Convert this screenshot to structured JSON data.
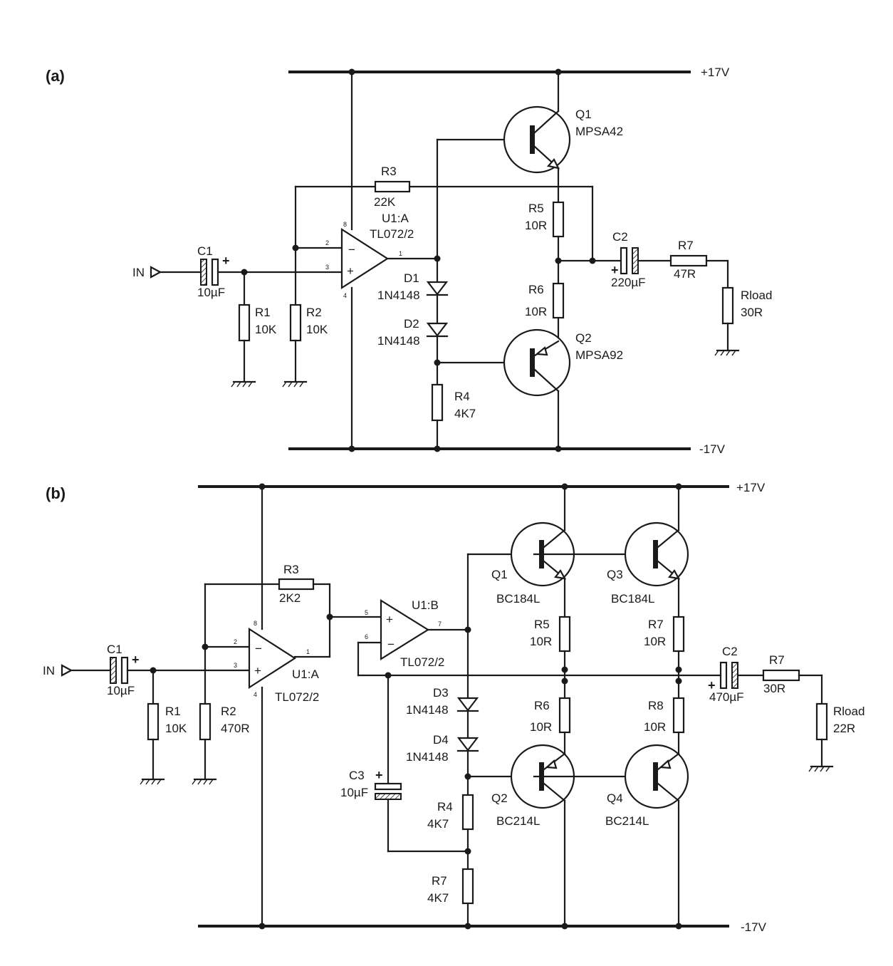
{
  "panel_a": {
    "title": "(a)",
    "rail_pos": "+17V",
    "rail_neg": "-17V",
    "input": "IN",
    "c1": {
      "ref": "C1",
      "value": "10µF"
    },
    "r1": {
      "ref": "R1",
      "value": "10K"
    },
    "r2": {
      "ref": "R2",
      "value": "10K"
    },
    "r3": {
      "ref": "R3",
      "value": "22K"
    },
    "u1": {
      "ref": "U1:A",
      "part": "TL072/2",
      "pins": [
        "2",
        "3",
        "1",
        "8",
        "4"
      ],
      "minus": "−",
      "plus": "+"
    },
    "d1": {
      "ref": "D1",
      "value": "1N4148"
    },
    "d2": {
      "ref": "D2",
      "value": "1N4148"
    },
    "r4": {
      "ref": "R4",
      "value": "4K7"
    },
    "q1": {
      "ref": "Q1",
      "value": "MPSA42"
    },
    "q2": {
      "ref": "Q2",
      "value": "MPSA92"
    },
    "r5": {
      "ref": "R5",
      "value": "10R"
    },
    "r6": {
      "ref": "R6",
      "value": "10R"
    },
    "c2": {
      "ref": "C2",
      "value": "220µF"
    },
    "r7": {
      "ref": "R7",
      "value": "47R"
    },
    "rload": {
      "ref": "Rload",
      "value": "30R"
    }
  },
  "panel_b": {
    "title": "(b)",
    "rail_pos": "+17V",
    "rail_neg": "-17V",
    "input": "IN",
    "c1": {
      "ref": "C1",
      "value": "10µF"
    },
    "r1": {
      "ref": "R1",
      "value": "10K"
    },
    "r2": {
      "ref": "R2",
      "value": "470R"
    },
    "r3": {
      "ref": "R3",
      "value": "2K2"
    },
    "u1a": {
      "ref": "U1:A",
      "part": "TL072/2",
      "pins": [
        "2",
        "3",
        "1",
        "8",
        "4"
      ],
      "minus": "−",
      "plus": "+"
    },
    "u1b": {
      "ref": "U1:B",
      "part": "TL072/2",
      "pins": [
        "5",
        "6",
        "7"
      ],
      "minus": "−",
      "plus": "+"
    },
    "d3": {
      "ref": "D3",
      "value": "1N4148"
    },
    "d4": {
      "ref": "D4",
      "value": "1N4148"
    },
    "c3": {
      "ref": "C3",
      "value": "10µF"
    },
    "r4": {
      "ref": "R4",
      "value": "4K7"
    },
    "r7_bias": {
      "ref": "R7",
      "value": "4K7"
    },
    "q1": {
      "ref": "Q1",
      "value": "BC184L"
    },
    "q3": {
      "ref": "Q3",
      "value": "BC184L"
    },
    "q2": {
      "ref": "Q2",
      "value": "BC214L"
    },
    "q4": {
      "ref": "Q4",
      "value": "BC214L"
    },
    "r5": {
      "ref": "R5",
      "value": "10R"
    },
    "r6": {
      "ref": "R6",
      "value": "10R"
    },
    "r7_emitter": {
      "ref": "R7",
      "value": "10R"
    },
    "r8": {
      "ref": "R8",
      "value": "10R"
    },
    "c2": {
      "ref": "C2",
      "value": "470µF"
    },
    "r7_out": {
      "ref": "R7",
      "value": "30R"
    },
    "rload": {
      "ref": "Rload",
      "value": "22R"
    }
  },
  "polarity_mark": "+"
}
